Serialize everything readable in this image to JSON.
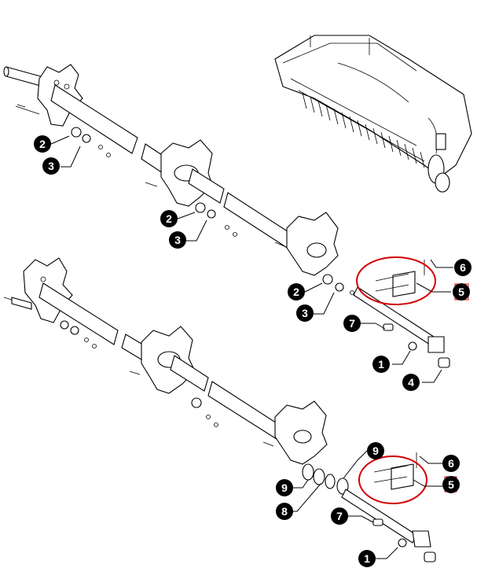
{
  "figure": {
    "upper_assembly_callouts": [
      {
        "id": "c1",
        "label": "2"
      },
      {
        "id": "c2",
        "label": "3"
      },
      {
        "id": "c3",
        "label": "2"
      },
      {
        "id": "c4",
        "label": "3"
      },
      {
        "id": "c5",
        "label": "2"
      },
      {
        "id": "c6",
        "label": "3"
      },
      {
        "id": "c7",
        "label": "6"
      },
      {
        "id": "c8",
        "label": "5"
      },
      {
        "id": "c9",
        "label": "7"
      },
      {
        "id": "c10",
        "label": "1"
      },
      {
        "id": "c11",
        "label": "4"
      }
    ],
    "lower_assembly_callouts": [
      {
        "id": "d1",
        "label": "9"
      },
      {
        "id": "d2",
        "label": "9"
      },
      {
        "id": "d3",
        "label": "8"
      },
      {
        "id": "d4",
        "label": "6"
      },
      {
        "id": "d5",
        "label": "5"
      },
      {
        "id": "d6",
        "label": "7"
      },
      {
        "id": "d7",
        "label": "1"
      }
    ]
  }
}
